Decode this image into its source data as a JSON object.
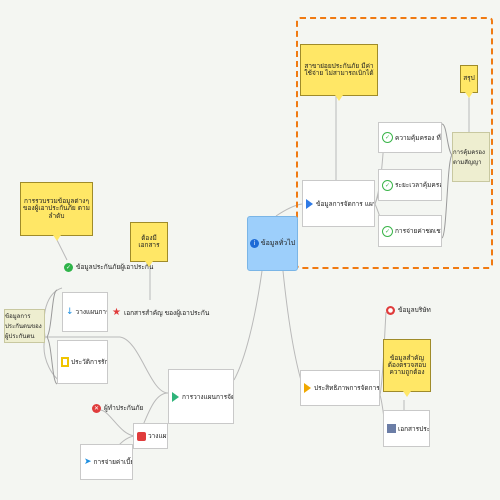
{
  "central": {
    "label": "ข้อมูลทั่วไป",
    "icon": "info-icon"
  },
  "right_top": {
    "main": "ข้อมูลการจัดการ แผนการประกันภัย",
    "callout": "สาขาย่อยประกันภัย มีค่าใช้จ่าย ไม่สามารถเบิกได้",
    "children": [
      "ความคุ้มครอง ที่ต้องมี ค่ารักษาพยาบาล",
      "ระยะเวลาคุ้มครองของกรมธรรม์",
      "การจ่ายค่าชดเชยเงินสดรายวัน ระยะเวลาจ่ายค่าชดเชย"
    ],
    "summary_callout": "สรุป",
    "summary": "การคุ้มครองตามสัญญา"
  },
  "right_bottom": {
    "main": "ประสิทธิภาพการจัดการข้อมูลประกันภัย",
    "top_item": "ข้อมูลบริษัท",
    "callout": "ข้อมูลสำคัญ ต้องตรวจสอบความถูกต้อง",
    "bottom_item": "เอกสารประกอบการเคลม"
  },
  "left": {
    "main": "การวางแผนการจัดการเรื่องการประกันภัย",
    "callout_top": "การรวบรวมข้อมูลต่างๆ ของผู้เอาประกันภัย ตามลำดับ",
    "item_top": "ข้อมูลประกันภัยผู้เอาประกัน",
    "item_arrow": "วางแผนการ",
    "callout_mid": "ต้องมีเอกสาร",
    "item_star": "เอกสารสำคัญ ของผู้เอาประกัน",
    "item_note": "ประวัติการรักษาพยาบาล",
    "summary": "ข้อมูลการประกันตนของผู้ประกันตน",
    "item_x": "ผู้ทำประกันภัย",
    "item_pin": "วางแผน",
    "item_tag": "การจ่ายค่าเบี้ยประกันภัย"
  },
  "colors": {
    "boundary": "#f07a12",
    "callout": "#ffe766",
    "central": "#9dcffb",
    "summary": "#eeeed0"
  }
}
